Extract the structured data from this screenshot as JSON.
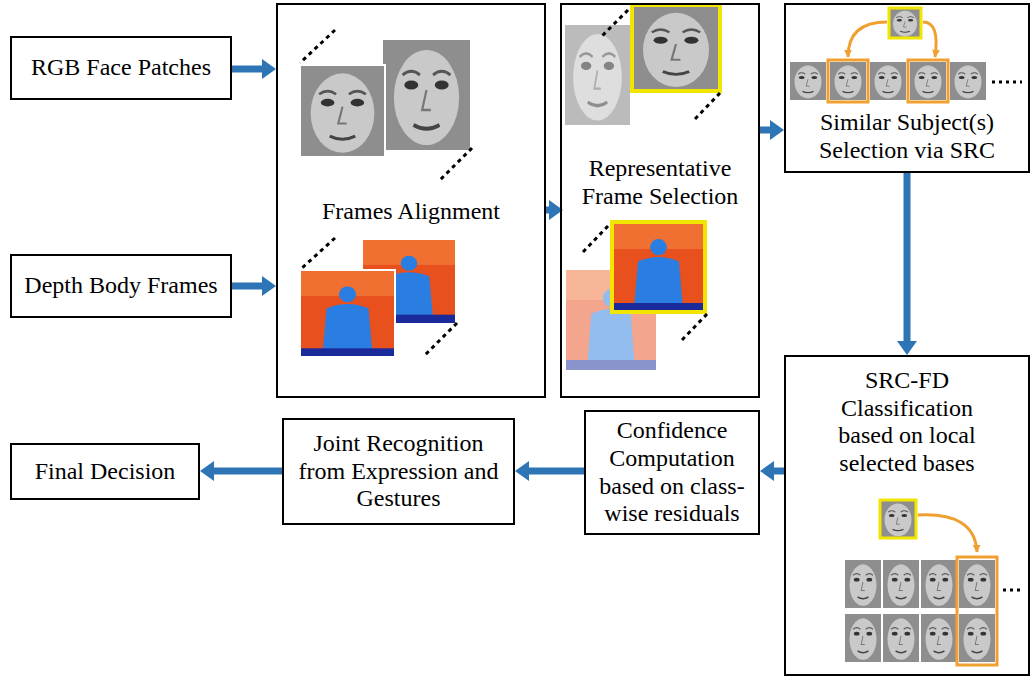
{
  "diagram": {
    "nodes": [
      {
        "text": [
          "RGB Face Patches"
        ]
      },
      {
        "text": [
          "Depth Body Frames"
        ]
      },
      {
        "text": [
          "Frames Alignment"
        ]
      },
      {
        "text": [
          "Representative Frame Selection"
        ]
      },
      {
        "text": [
          "Similar Subject(s) Selection via SRC"
        ]
      },
      {
        "text": [
          "SRC-FD Classification based on local selected bases"
        ]
      },
      {
        "text": [
          "Confidence Computation based on class-wise residuals"
        ]
      },
      {
        "text": [
          "Joint Recognition from Expression and Gestures"
        ]
      },
      {
        "text": [
          "Final Decision"
        ]
      }
    ],
    "edges": [
      {
        "from": 0,
        "to": 2,
        "arrow": "to"
      },
      {
        "from": 1,
        "to": 2,
        "arrow": "to"
      },
      {
        "from": 2,
        "to": 3,
        "arrow": "to"
      },
      {
        "from": 3,
        "to": 4,
        "arrow": "to"
      },
      {
        "from": 4,
        "to": 5,
        "arrow": "to"
      },
      {
        "from": 5,
        "to": 6,
        "arrow": "to"
      },
      {
        "from": 6,
        "to": 7,
        "arrow": "to"
      },
      {
        "from": 7,
        "to": 8,
        "arrow": "to"
      }
    ]
  }
}
